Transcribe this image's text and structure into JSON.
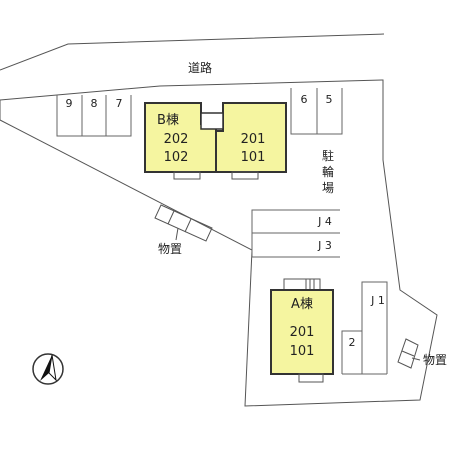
{
  "road": {
    "label": "道路"
  },
  "building_b": {
    "title": "B棟",
    "units_left": [
      "202",
      "102"
    ],
    "units_right": [
      "201",
      "101"
    ]
  },
  "building_a": {
    "title": "A棟",
    "units": [
      "201",
      "101"
    ]
  },
  "bicycle_parking": {
    "label": "駐輪場",
    "chars": [
      "駐",
      "輪",
      "場"
    ]
  },
  "parking": {
    "left": [
      "9",
      "8",
      "7"
    ],
    "right": [
      "6",
      "5"
    ],
    "j4": "J 4",
    "j3": "J 3",
    "j1": "J 1",
    "p2": "2"
  },
  "storage": {
    "label": "物置"
  },
  "colors": {
    "building_fill": "#f5f5a0",
    "line": "#444444"
  }
}
